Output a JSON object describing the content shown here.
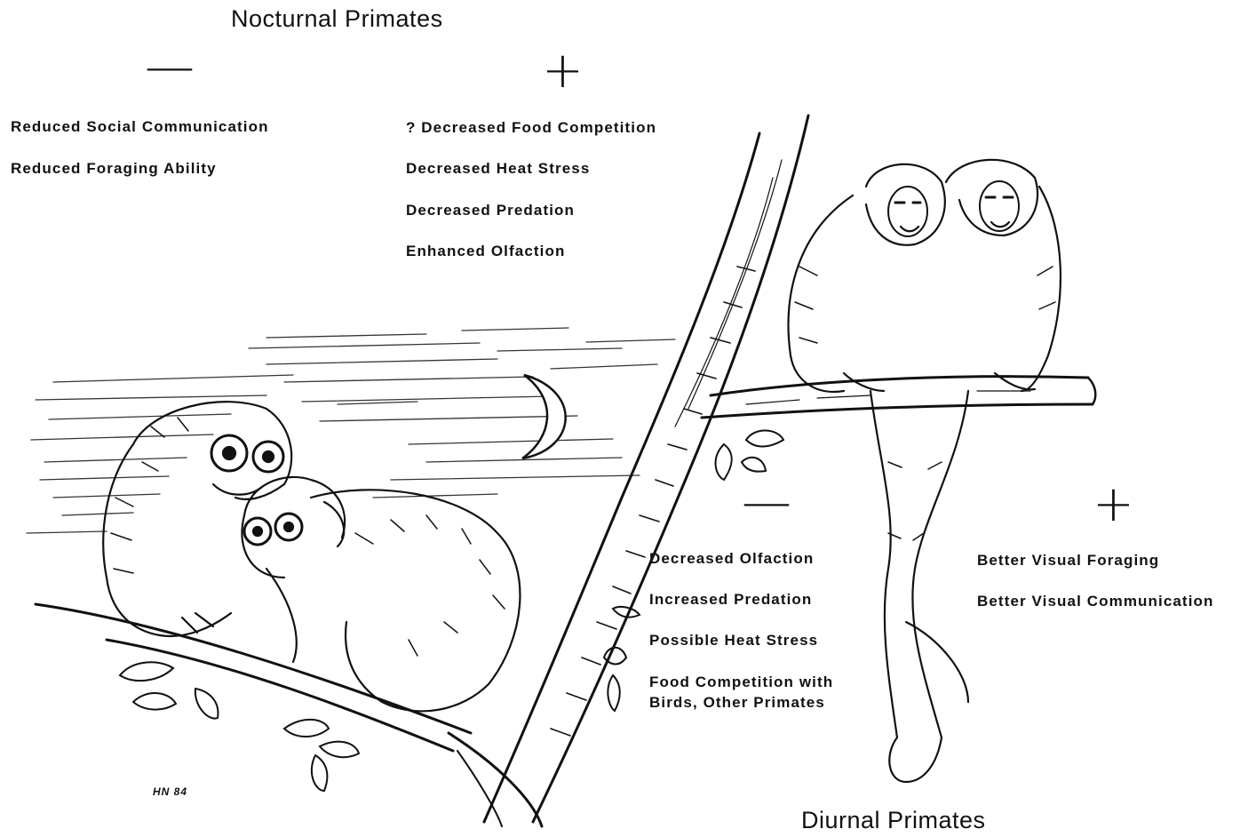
{
  "nocturnal": {
    "title": "Nocturnal Primates",
    "minus_sign": "—",
    "plus_sign": "+",
    "disadvantages": [
      "Reduced Social Communication",
      "Reduced Foraging Ability"
    ],
    "advantages": [
      "? Decreased Food Competition",
      "Decreased Heat Stress",
      "Decreased Predation",
      "Enhanced Olfaction"
    ]
  },
  "diurnal": {
    "title": "Diurnal Primates",
    "minus_sign": "—",
    "plus_sign": "+",
    "disadvantages": [
      "Decreased Olfaction",
      "Increased Predation",
      "Possible Heat Stress",
      "Food Competition with\nBirds, Other Primates"
    ],
    "advantages": [
      "Better Visual Foraging",
      "Better Visual Communication"
    ]
  },
  "artist_signature": "HN 84",
  "colors": {
    "ink": "#111111",
    "paper": "#ffffff"
  },
  "icons": [
    "moon-icon",
    "tree-trunk",
    "branch",
    "leaf",
    "owl-monkey",
    "galago",
    "gibbon-pair"
  ]
}
